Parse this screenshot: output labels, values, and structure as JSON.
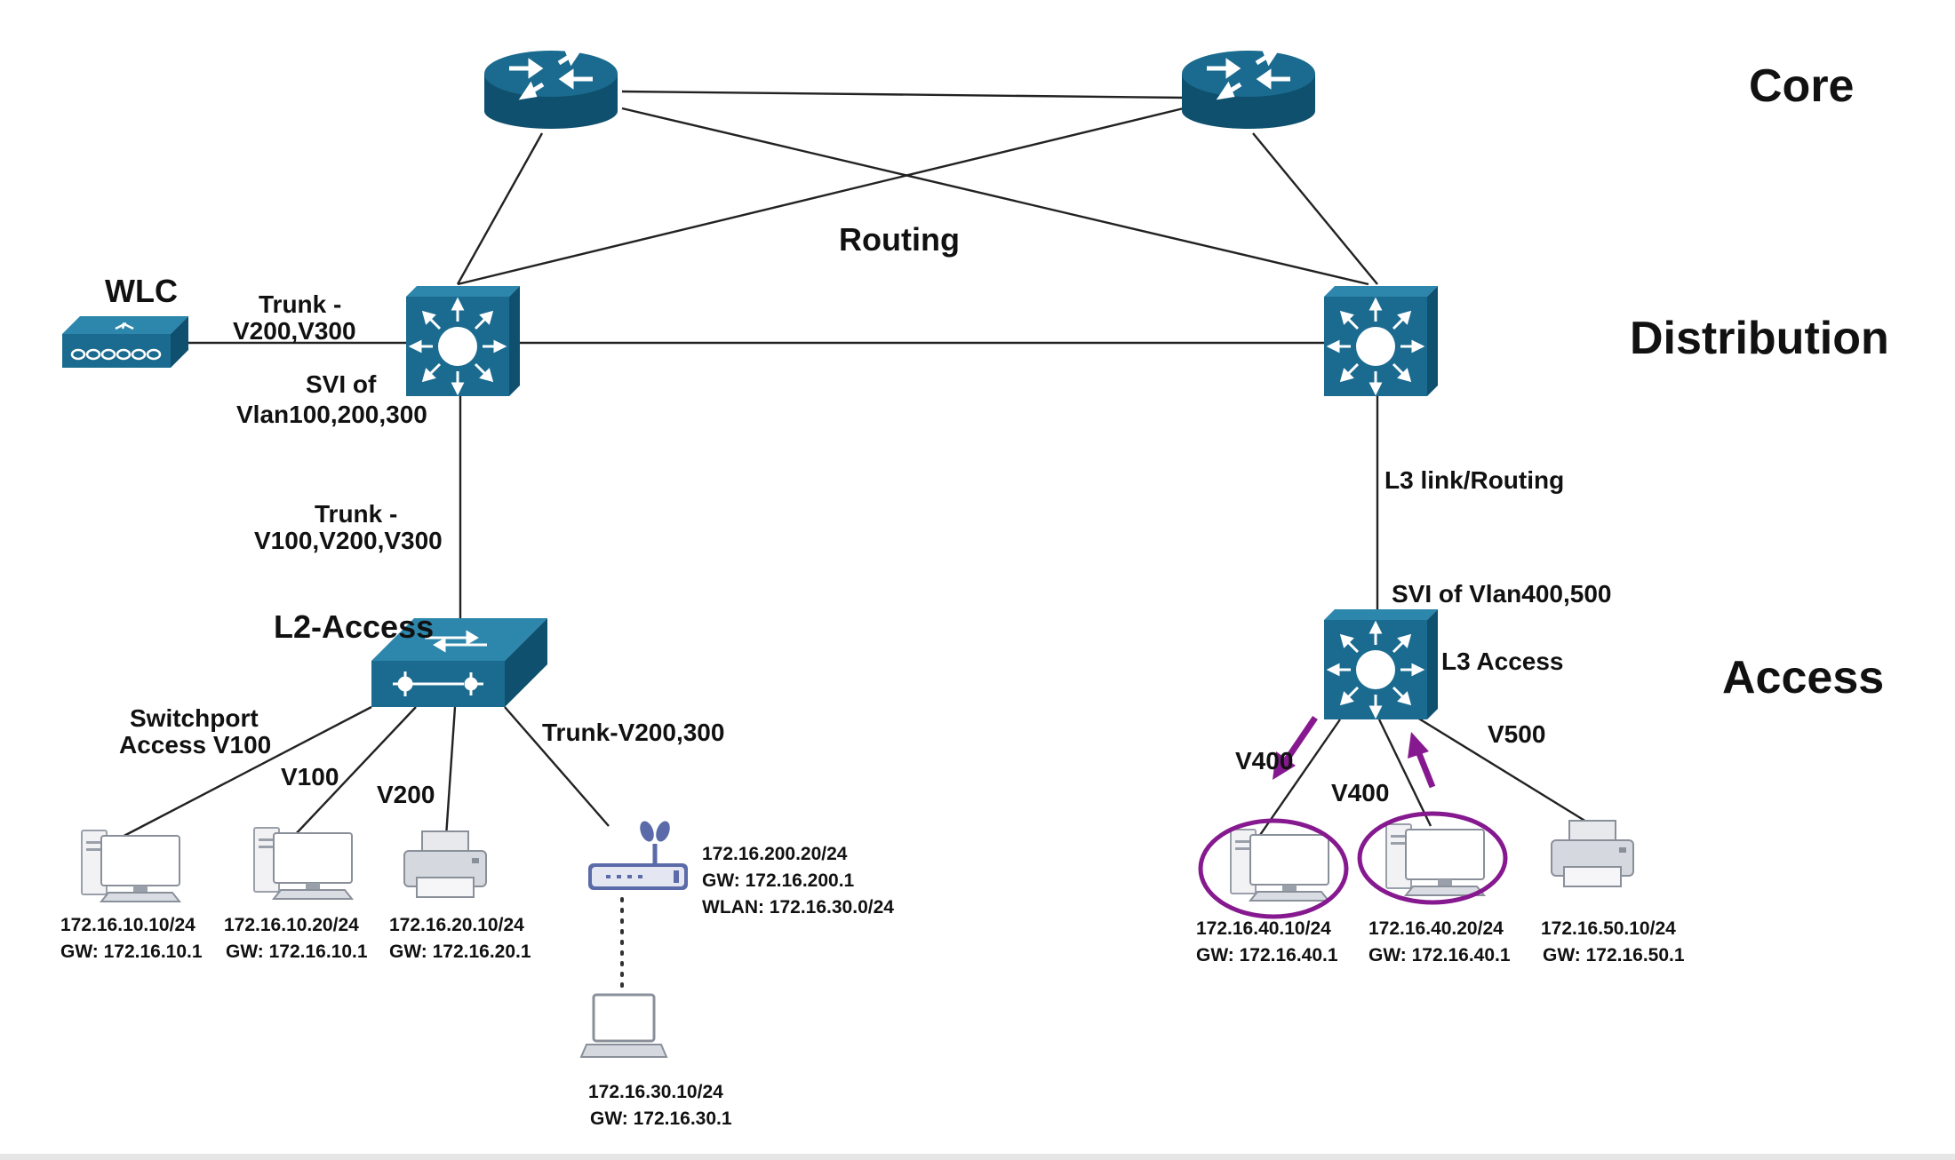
{
  "tiers": {
    "core": "Core",
    "distribution": "Distribution",
    "access": "Access"
  },
  "labels": {
    "routing": "Routing",
    "wlc": "WLC",
    "wlc_trunk_line1": "Trunk -",
    "wlc_trunk_line2": "V200,V300",
    "svi_left_line1": "SVI of",
    "svi_left_line2": "Vlan100,200,300",
    "trunk_access_line1": "Trunk -",
    "trunk_access_line2": "V100,V200,V300",
    "l2_access": "L2-Access",
    "switchport_line1": "Switchport",
    "switchport_line2": "Access V100",
    "v100": "V100",
    "v200": "V200",
    "trunk_ap": "Trunk-V200,300",
    "l3_link": "L3 link/Routing",
    "svi_right": "SVI of Vlan400,500",
    "l3_access": "L3 Access",
    "v400_a": "V400",
    "v400_b": "V400",
    "v500": "V500"
  },
  "hosts": [
    {
      "ip": "172.16.10.10/24",
      "gw": "GW: 172.16.10.1"
    },
    {
      "ip": "172.16.10.20/24",
      "gw": "GW: 172.16.10.1"
    },
    {
      "ip": "172.16.20.10/24",
      "gw": "GW: 172.16.20.1"
    },
    {
      "ip": "172.16.30.10/24",
      "gw": "GW: 172.16.30.1"
    },
    {
      "ip": "172.16.40.10/24",
      "gw": "GW: 172.16.40.1"
    },
    {
      "ip": "172.16.40.20/24",
      "gw": "GW: 172.16.40.1"
    },
    {
      "ip": "172.16.50.10/24",
      "gw": "GW: 172.16.50.1"
    }
  ],
  "access_point": {
    "ip": "172.16.200.20/24",
    "gw": "GW: 172.16.200.1",
    "wlan": "WLAN: 172.16.30.0/24"
  },
  "colors": {
    "device": "#1a6b8f",
    "highlight": "#86198f"
  },
  "icons": {
    "router": "router-icon",
    "l3_switch": "multilayer-switch-icon",
    "l2_switch": "switch-icon",
    "wlc": "wireless-controller-icon",
    "pc": "desktop-pc-icon",
    "printer": "printer-icon",
    "ap": "access-point-icon",
    "laptop": "laptop-icon"
  }
}
